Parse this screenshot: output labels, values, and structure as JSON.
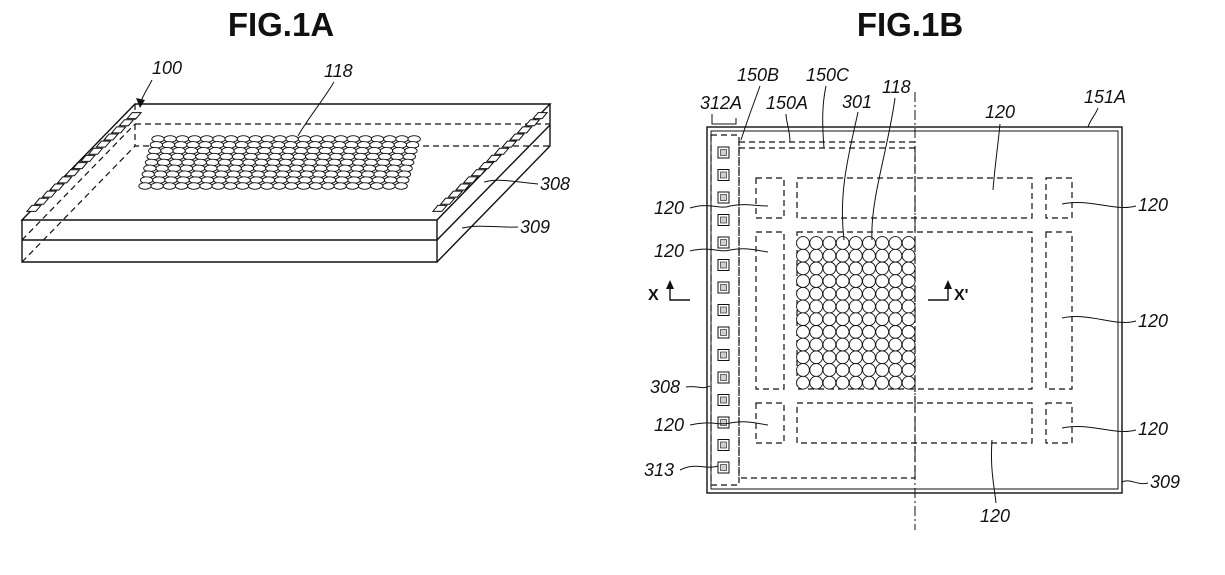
{
  "figures": [
    {
      "id": "fig1a",
      "title": "FIG.1A",
      "labels": {
        "device": "100",
        "sensor_array": "118",
        "layer_top": "308",
        "layer_bottom": "309"
      }
    },
    {
      "id": "fig1b",
      "title": "FIG.1B",
      "labels": {
        "pad_column": "312A",
        "region_b": "150B",
        "region_a": "150A",
        "region_c": "150C",
        "cell": "301",
        "sensor_array": "118",
        "outer_border": "151A",
        "module": "120",
        "layer_top": "308",
        "pad": "313",
        "layer_bottom": "309",
        "section_x": "X",
        "section_x_prime": "X'"
      }
    }
  ]
}
